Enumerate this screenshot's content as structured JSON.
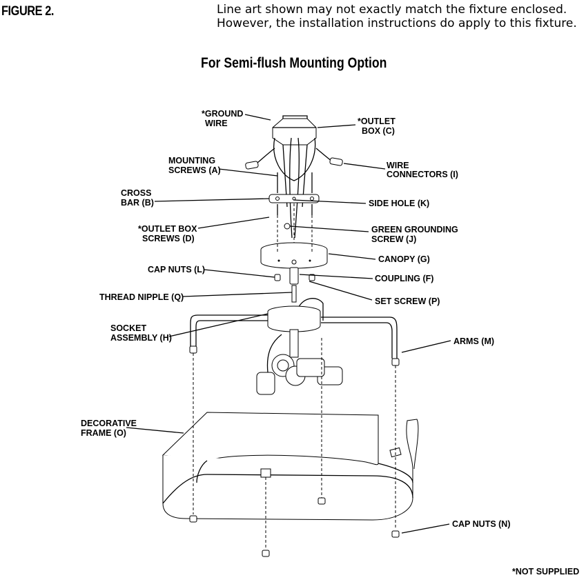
{
  "figure_label": "FIGURE 2.",
  "note_lines": [
    "Line art shown may not exactly match the fixture enclosed.",
    "However, the installation instructions do apply to this fixture."
  ],
  "title": "For Semi-flush Mounting Option",
  "footer": "*NOT SUPPLIED",
  "parts": {
    "ground_wire": [
      "*GROUND",
      "WIRE"
    ],
    "outlet_box": [
      "*OUTLET",
      "BOX (C)"
    ],
    "mounting_screws": [
      "MOUNTING",
      "SCREWS (A)"
    ],
    "wire_connectors": [
      "WIRE",
      "CONNECTORS (I)"
    ],
    "cross_bar": [
      "CROSS",
      "BAR (B)"
    ],
    "side_hole": [
      "SIDE HOLE (K)"
    ],
    "outlet_box_screws": [
      "*OUTLET BOX",
      "SCREWS (D)"
    ],
    "green_grounding_screw": [
      "GREEN GROUNDING",
      "SCREW (J)"
    ],
    "canopy": [
      "CANOPY (G)"
    ],
    "cap_nuts_l": [
      "CAP NUTS (L)"
    ],
    "coupling": [
      "COUPLING (F)"
    ],
    "thread_nipple": [
      "THREAD NIPPLE (Q)"
    ],
    "set_screw": [
      "SET SCREW (P)"
    ],
    "socket_assembly": [
      "SOCKET",
      "ASSEMBLY (H)"
    ],
    "arms": [
      "ARMS (M)"
    ],
    "decorative_frame": [
      "DECORATIVE",
      "FRAME (O)"
    ],
    "cap_nuts_n": [
      "CAP NUTS (N)"
    ]
  }
}
